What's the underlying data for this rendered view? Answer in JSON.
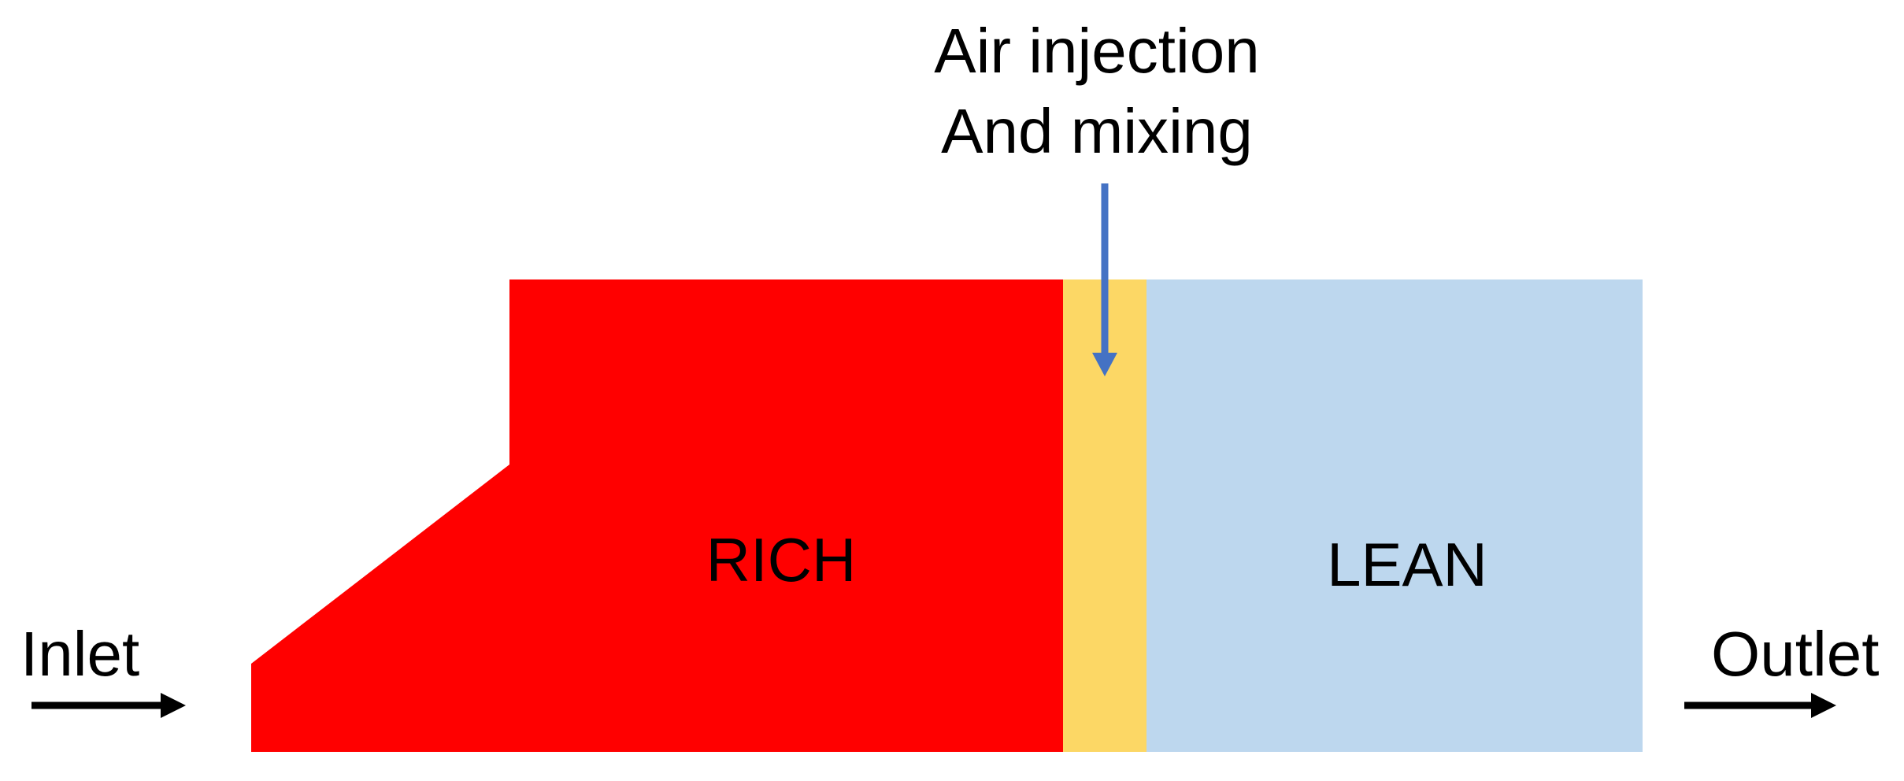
{
  "diagram": {
    "annotation": {
      "line1": "Air injection",
      "line2": "And mixing"
    },
    "zones": {
      "rich": {
        "label": "RICH",
        "color": "#ff0000"
      },
      "mixing": {
        "label": "",
        "color": "#fcd765"
      },
      "lean": {
        "label": "LEAN",
        "color": "#bdd7ee"
      }
    },
    "inlet": {
      "label": "Inlet"
    },
    "outlet": {
      "label": "Outlet"
    },
    "colors": {
      "injection_arrow": "#4472c4",
      "flow_arrow": "#000000",
      "text": "#000000"
    }
  }
}
